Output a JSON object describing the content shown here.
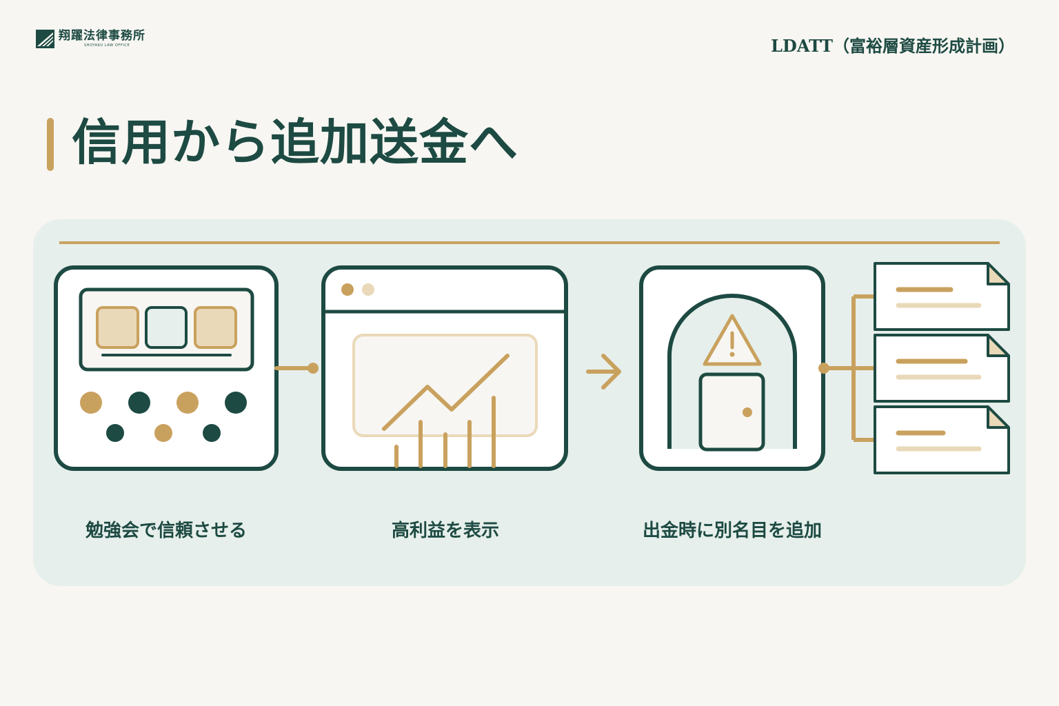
{
  "header": {
    "logo_name": "翔躍法律事務所",
    "logo_subtitle": "SHOYAKU LAW OFFICE",
    "document_title": "LDATT（富裕層資産形成計画）"
  },
  "page_title": "信用から追加送金へ",
  "steps": [
    {
      "label": "勉強会で信頼させる",
      "icon": "seminar-audience-icon"
    },
    {
      "label": "高利益を表示",
      "icon": "profit-chart-window-icon"
    },
    {
      "label": "出金時に別名目を追加",
      "icon": "warning-door-icon"
    }
  ],
  "colors": {
    "primary": "#1d4a42",
    "accent": "#c9a15e",
    "accent_light": "#ead9b9",
    "panel": "#e6efeb",
    "background": "#f7f6f2"
  }
}
